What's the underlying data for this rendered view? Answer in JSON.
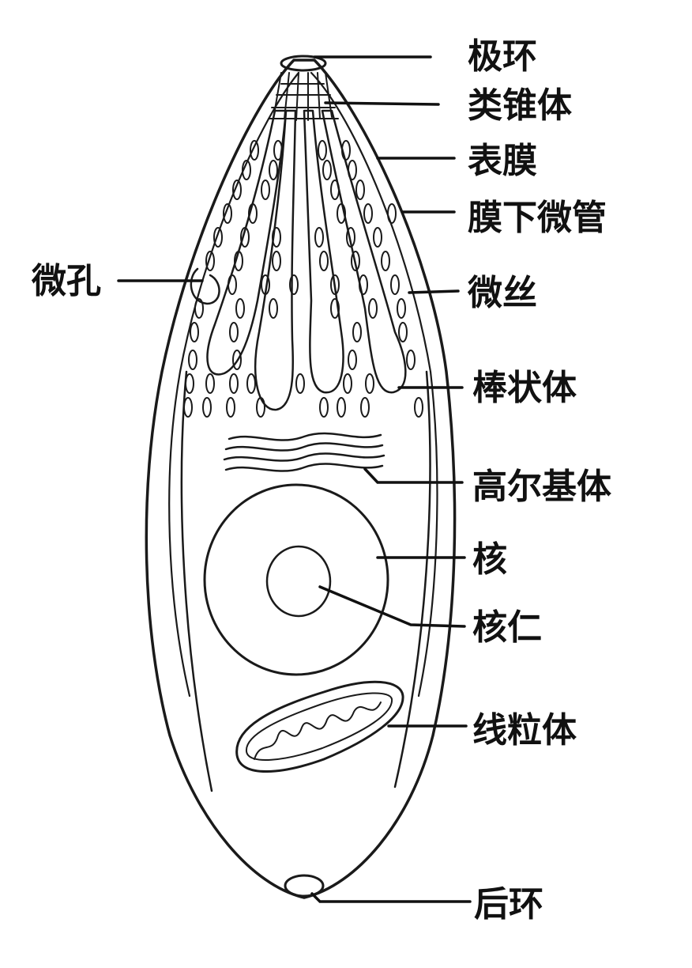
{
  "diagram": {
    "labels": {
      "polar_ring": "极环",
      "conoid": "类锥体",
      "pellicle": "表膜",
      "subpellicular_microtubule": "膜下微管",
      "micropore": "微孔",
      "microneme": "微丝",
      "rhoptry": "棒状体",
      "golgi_body": "高尔基体",
      "nucleus": "核",
      "nucleolus": "核仁",
      "mitochondrion": "线粒体",
      "posterior_ring": "后环"
    }
  }
}
